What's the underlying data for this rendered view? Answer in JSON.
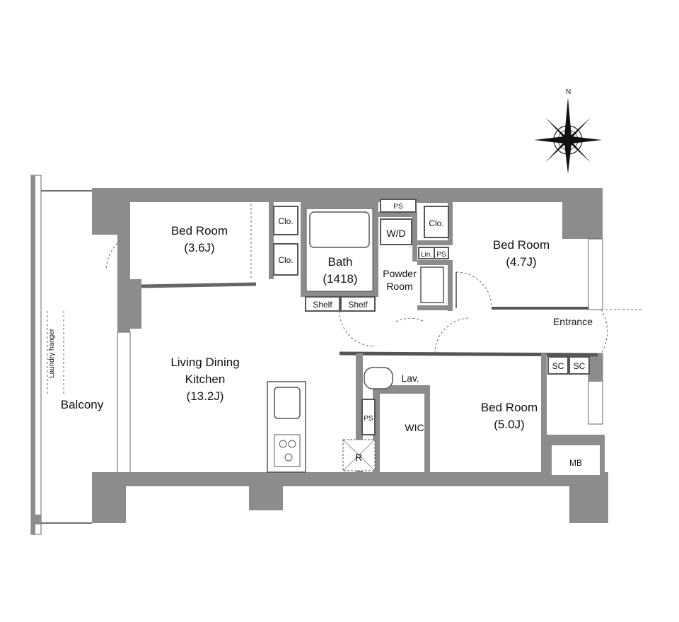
{
  "compass": {
    "north": "N"
  },
  "rooms": {
    "bed1": {
      "name": "Bed Room",
      "size": "(3.6J)"
    },
    "bed2": {
      "name": "Bed Room",
      "size": "(4.7J)"
    },
    "bed3": {
      "name": "Bed Room",
      "size": "(5.0J)"
    },
    "ldk": {
      "name1": "Living Dining",
      "name2": "Kitchen",
      "size": "(13.2J)"
    },
    "bath": {
      "name": "Bath",
      "size": "(1418)"
    },
    "powder": {
      "name1": "Powder",
      "name2": "Room"
    },
    "balcony": "Balcony",
    "laundry": "Laundry hanger",
    "entrance": "Entrance",
    "lav": "Lav.",
    "wic": "WIC",
    "mb": "MB",
    "wd": "W/D",
    "lin": "Lin.",
    "ps1": "PS",
    "ps2": "PS",
    "ps3": "PS",
    "clo1": "Clo.",
    "clo2": "Clo.",
    "clo3": "Clo.",
    "shelf1": "Shelf",
    "shelf2": "Shelf",
    "sc1": "SC",
    "sc2": "SC",
    "r": "R"
  }
}
